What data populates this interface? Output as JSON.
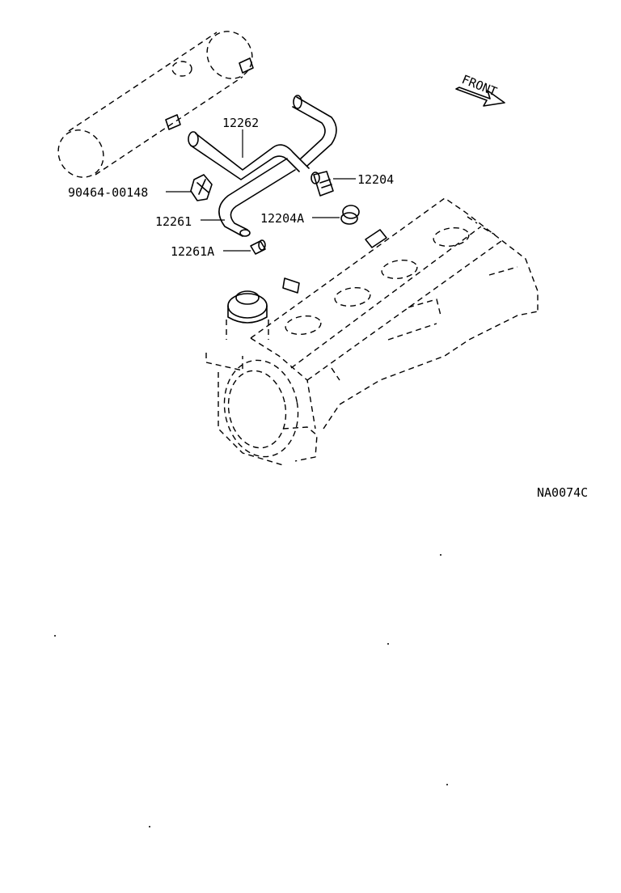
{
  "diagram": {
    "front_label": "FRONT",
    "figure_code": "NA0074C",
    "parts": [
      {
        "id": "12262"
      },
      {
        "id": "12204"
      },
      {
        "id": "90464-00148"
      },
      {
        "id": "12204A"
      },
      {
        "id": "12261"
      },
      {
        "id": "12261A"
      }
    ]
  }
}
